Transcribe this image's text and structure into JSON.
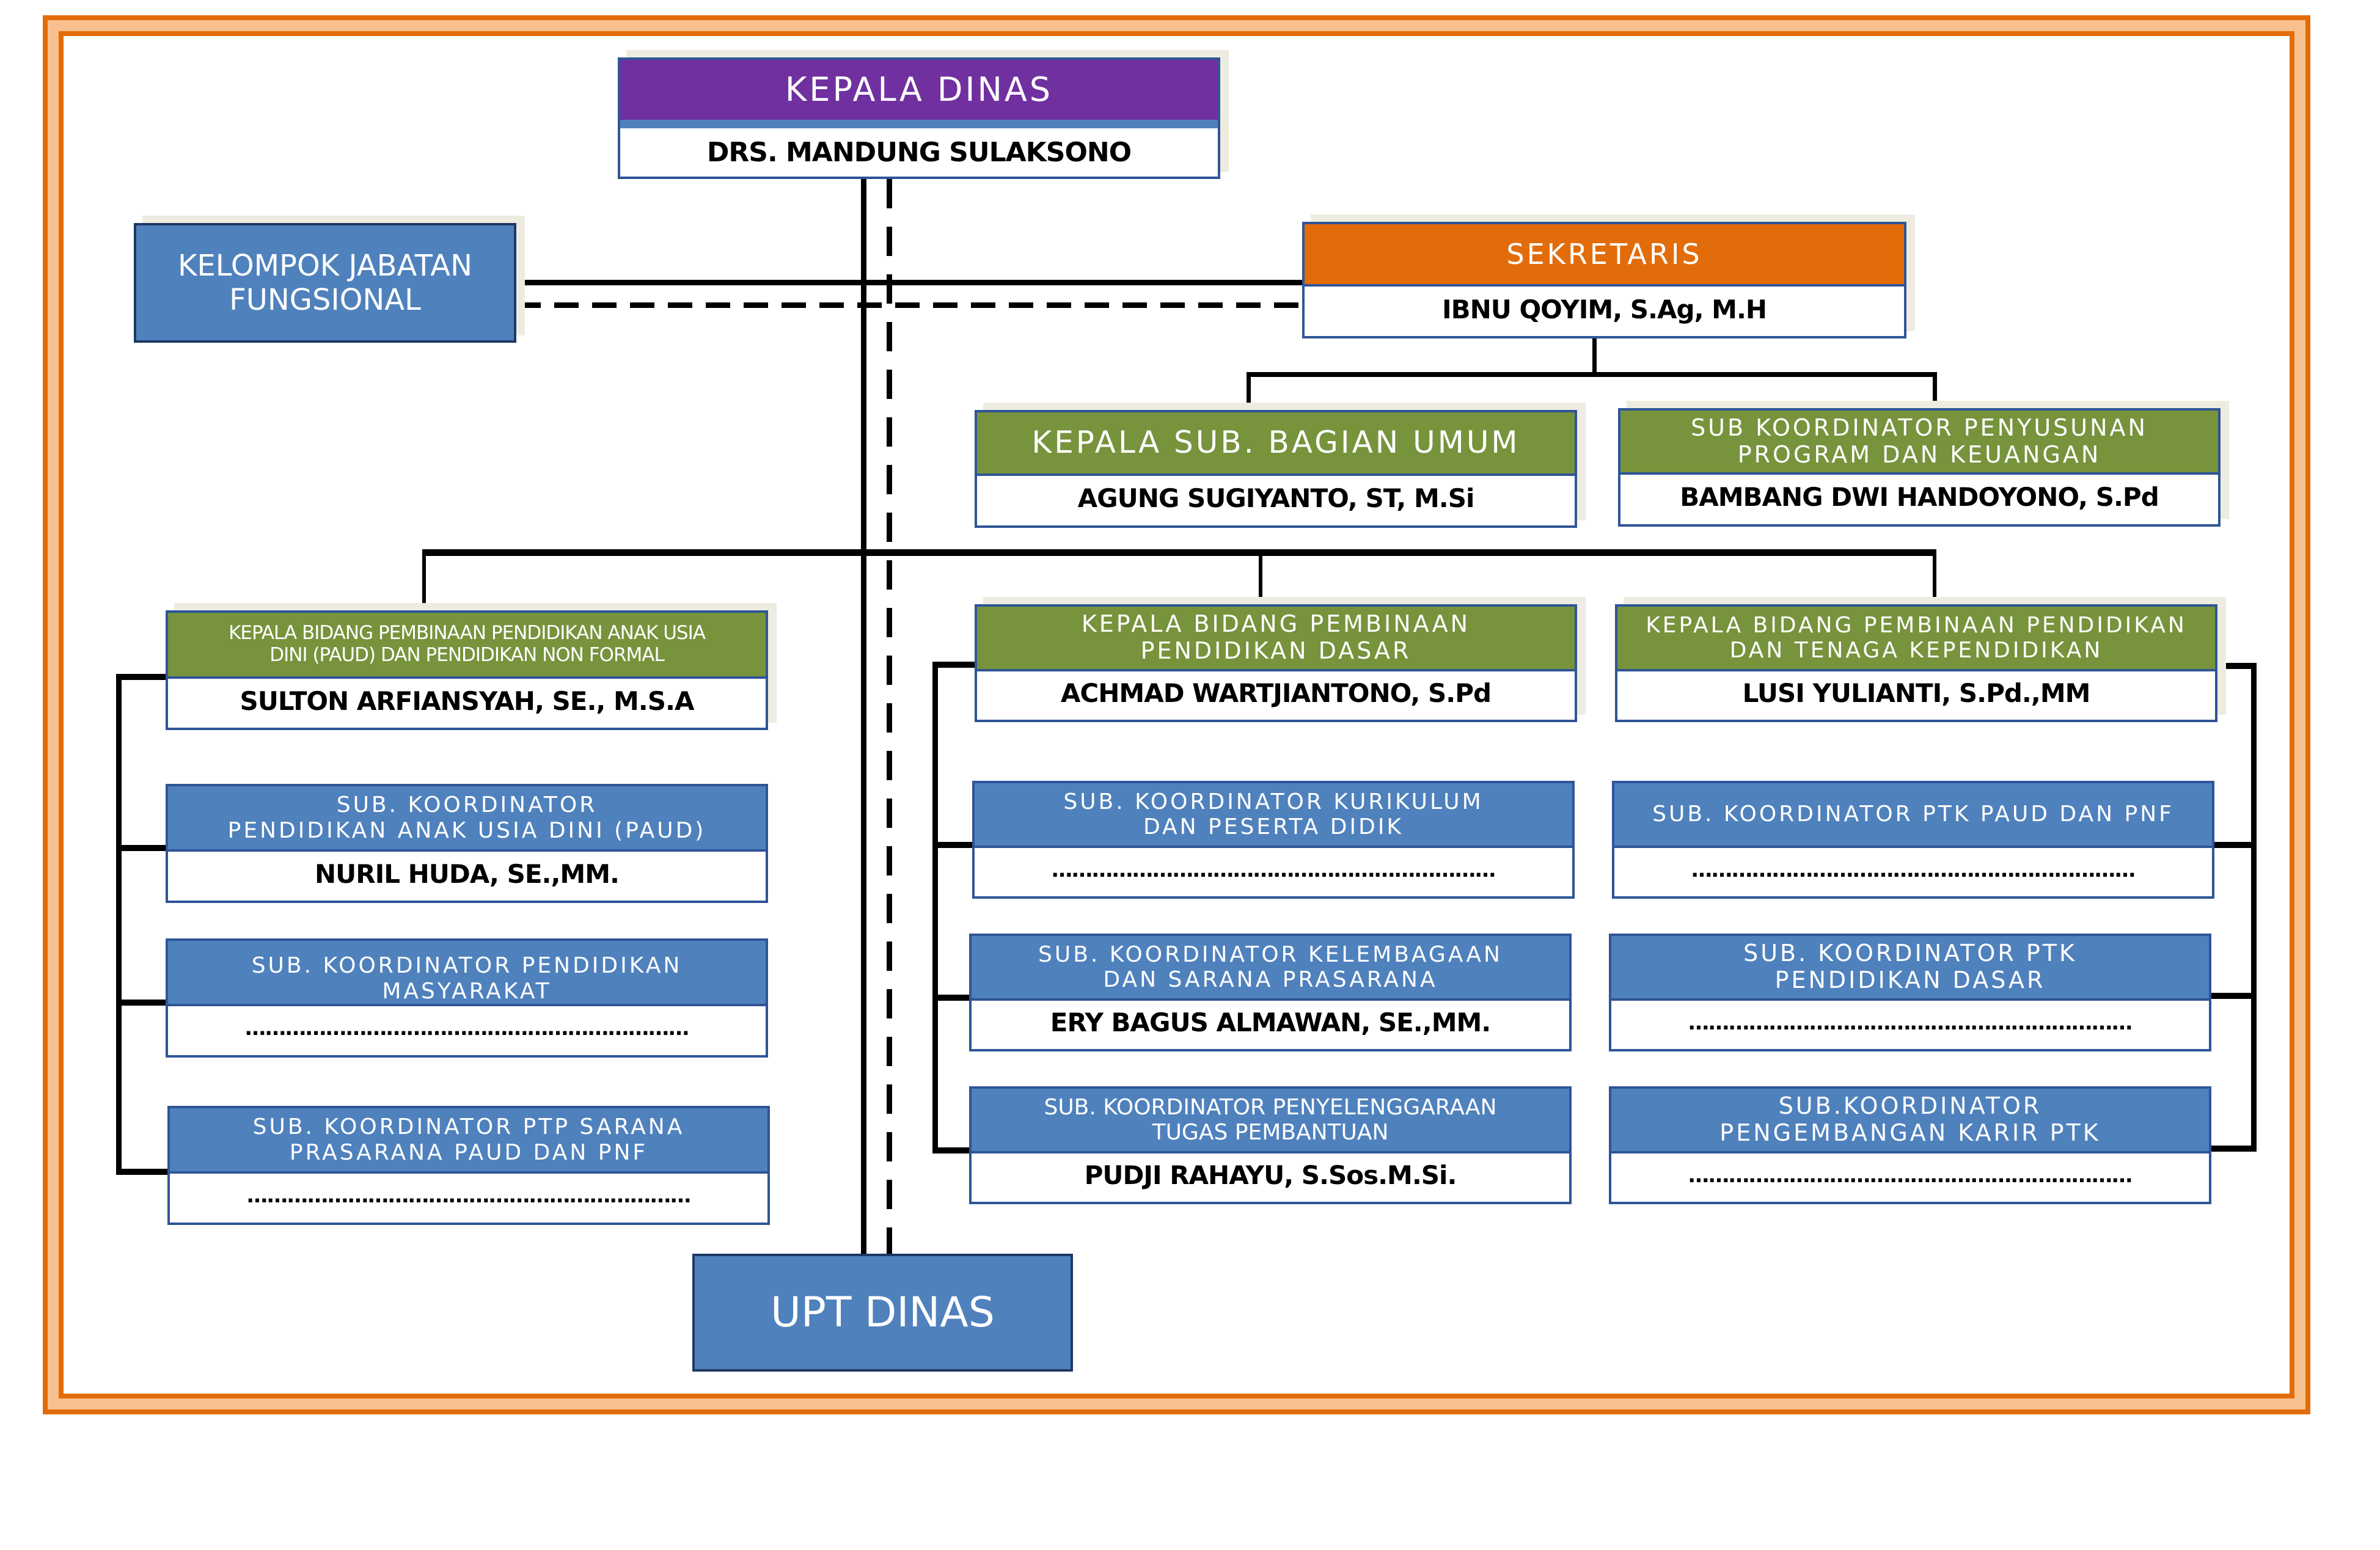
{
  "colors": {
    "frame_orange": "#e36c0a",
    "frame_peach": "#f9c08f",
    "head_purple": "#7030a0",
    "secretary_orange": "#e36c0a",
    "section_green": "#77933c",
    "unit_blue": "#4f81bd",
    "border_navy": "#2f5597"
  },
  "kepala_dinas": {
    "title": "KEPALA DINAS",
    "name": "DRS. MANDUNG SULAKSONO"
  },
  "kelompok_jabatan": {
    "title_line1": "KELOMPOK JABATAN",
    "title_line2": "FUNGSIONAL"
  },
  "sekretaris": {
    "title": "SEKRETARIS",
    "name": "IBNU QOYIM, S.Ag, M.H"
  },
  "sekretariat_units": [
    {
      "title": "KEPALA SUB. BAGIAN UMUM",
      "name": "AGUNG SUGIYANTO, ST, M.Si"
    },
    {
      "title_line1": "SUB KOORDINATOR PENYUSUNAN",
      "title_line2": "PROGRAM DAN KEUANGAN",
      "name": "BAMBANG DWI HANDOYONO, S.Pd"
    }
  ],
  "bidang": [
    {
      "title_line1": "KEPALA BIDANG PEMBINAAN PENDIDIKAN ANAK USIA",
      "title_line2": "DINI (PAUD) DAN PENDIDIKAN NON FORMAL",
      "name": "SULTON ARFIANSYAH, SE., M.S.A",
      "subs": [
        {
          "title_line1": "SUB. KOORDINATOR",
          "title_line2": "PENDIDIKAN ANAK USIA DINI (PAUD)",
          "name": "NURIL HUDA, SE.,MM."
        },
        {
          "title_line1": "SUB. KOORDINATOR PENDIDIKAN",
          "title_line2": "MASYARAKAT",
          "name": "…………………………………………………………"
        },
        {
          "title_line1": "SUB. KOORDINATOR PTP SARANA",
          "title_line2": "PRASARANA PAUD DAN PNF",
          "name": "…………………………………………………………"
        }
      ]
    },
    {
      "title_line1": "KEPALA BIDANG PEMBINAAN",
      "title_line2": "PENDIDIKAN DASAR",
      "name": "ACHMAD WARTJIANTONO, S.Pd",
      "subs": [
        {
          "title_line1": "SUB. KOORDINATOR KURIKULUM",
          "title_line2": "DAN PESERTA DIDIK",
          "name": "…………………………………………………………"
        },
        {
          "title_line1": "SUB. KOORDINATOR KELEMBAGAAN",
          "title_line2": "DAN SARANA PRASARANA",
          "name": "ERY BAGUS ALMAWAN, SE.,MM."
        },
        {
          "title_line1": "SUB. KOORDINATOR PENYELENGGARAAN",
          "title_line2": "TUGAS PEMBANTUAN",
          "name": "PUDJI RAHAYU, S.Sos.M.Si."
        }
      ]
    },
    {
      "title_line1": "KEPALA BIDANG PEMBINAAN PENDIDIKAN",
      "title_line2": "DAN TENAGA KEPENDIDIKAN",
      "name": "LUSI YULIANTI, S.Pd.,MM",
      "subs": [
        {
          "title_line1": "SUB. KOORDINATOR PTK PAUD DAN PNF",
          "title_line2": "",
          "name": "…………………………………………………………"
        },
        {
          "title_line1": "SUB. KOORDINATOR PTK",
          "title_line2": "PENDIDIKAN DASAR",
          "name": "…………………………………………………………"
        },
        {
          "title_line1": "SUB.KOORDINATOR",
          "title_line2": "PENGEMBANGAN KARIR PTK",
          "name": "…………………………………………………………"
        }
      ]
    }
  ],
  "upt": {
    "title": "UPT DINAS"
  }
}
